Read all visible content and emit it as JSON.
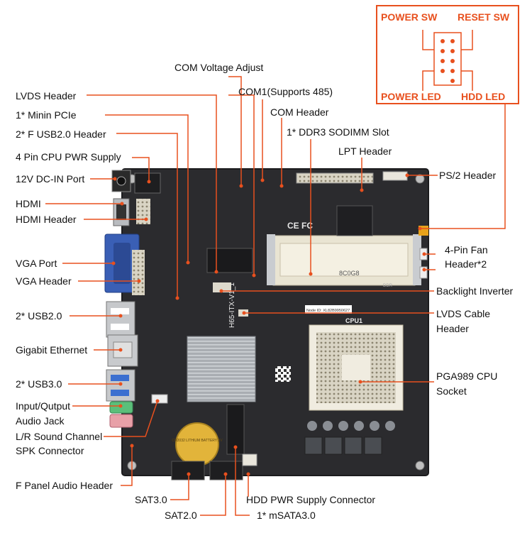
{
  "diagram": {
    "accent_color": "#e8501e",
    "board": {
      "cpu_label": "CPU1",
      "ce_mark": "CE FC",
      "silk_model": "H65-ITX-V1_1",
      "node_id": "Node ID: XL82B9950627",
      "slot_text": "8C0G8",
      "ddr_text": "DDR",
      "battery_text": "CR2032 LITHIUM BATTERY 3V"
    },
    "labels": {
      "com_voltage_adjust": "COM Voltage Adjust",
      "lvds_header": "LVDS Header",
      "com1": "COM1(Supports 485)",
      "mini_pcie": "1* Minin PCIe",
      "com_header": "COM Header",
      "f_usb2_header": "2* F USB2.0 Header",
      "ddr3_slot": "1* DDR3 SODIMM Slot",
      "cpu_pwr": "4 Pin CPU PWR Supply",
      "lpt_header": "LPT Header",
      "dc_in": "12V DC-IN Port",
      "ps2_header": "PS/2 Header",
      "hdmi": "HDMI",
      "hdmi_header": "HDMI Header",
      "fan_header_1": "4-Pin Fan",
      "fan_header_2": "Header*2",
      "vga_port": "VGA Port",
      "vga_header": "VGA Header",
      "backlight_inverter": "Backlight Inverter",
      "usb2": "2* USB2.0",
      "lvds_cable_1": "LVDS Cable",
      "lvds_cable_2": "Header",
      "gigabit_ethernet": "Gigabit Ethernet",
      "usb3": "2* USB3.0",
      "cpu_socket_1": "PGA989 CPU",
      "cpu_socket_2": "Socket",
      "audio_jack_1": "Input/Qutput",
      "audio_jack_2": "Audio Jack",
      "lr_sound": "L/R Sound Channel",
      "spk_connector": "SPK Connector",
      "f_panel_audio": "F Panel Audio Header",
      "hdd_pwr": "HDD PWR Supply Connector",
      "sat3": "SAT3.0",
      "sat2": "SAT2.0",
      "msata": "1* mSATA3.0"
    },
    "inset": {
      "power_sw": "POWER SW",
      "reset_sw": "RESET SW",
      "power_led": "POWER LED",
      "hdd_led": "HDD  LED"
    }
  }
}
